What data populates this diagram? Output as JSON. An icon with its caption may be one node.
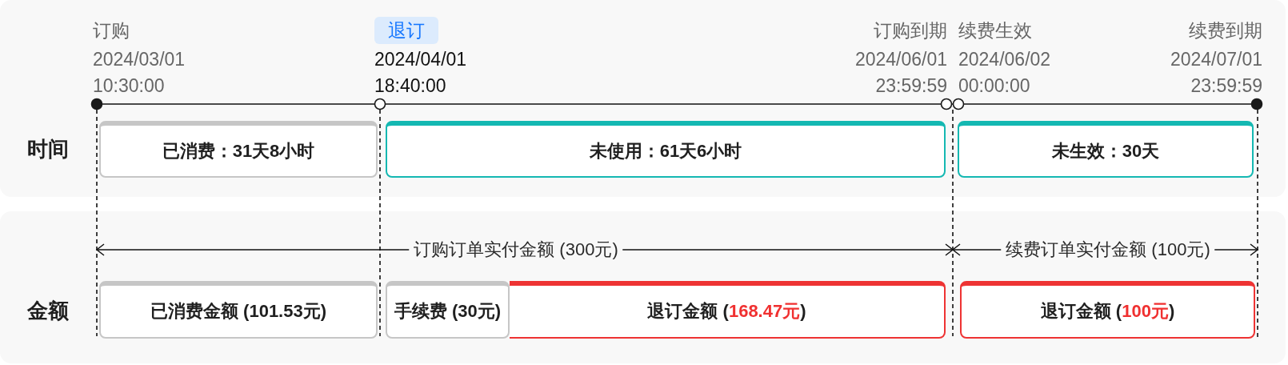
{
  "diagram": {
    "nodes": [
      {
        "text": [
          "时间"
        ]
      },
      {
        "text": [
          "退订"
        ],
        "in": 0,
        "beside": [
          "2024/04/01",
          "18:40:00"
        ]
      },
      {
        "text": [
          "已消费：31天8小时"
        ],
        "in": 0
      },
      {
        "text": [
          "未使用：61天6小时"
        ],
        "in": 0
      },
      {
        "text": [
          "未生效：30天"
        ],
        "in": 0
      },
      {
        "text": [
          "金额"
        ]
      },
      {
        "text": [
          "已消费金额 (101.53元)"
        ],
        "in": 5
      },
      {
        "text": [
          "手续费 (30元)"
        ],
        "in": 5
      },
      {
        "text": [
          "退订金额 (168.47元)"
        ],
        "in": 5
      },
      {
        "text": [
          "退订金额 (100元)"
        ],
        "in": 5
      }
    ],
    "labels": [
      "订购",
      "订购到期",
      "续费生效",
      "续费到期",
      "2024/03/01",
      "2024/06/01",
      "2024/06/02",
      "2024/07/01",
      "10:30:00",
      "23:59:59",
      "00:00:00",
      "23:59:59",
      "订购订单实付金额 (300元)",
      "续费订单实付金额 (100元)"
    ]
  }
}
